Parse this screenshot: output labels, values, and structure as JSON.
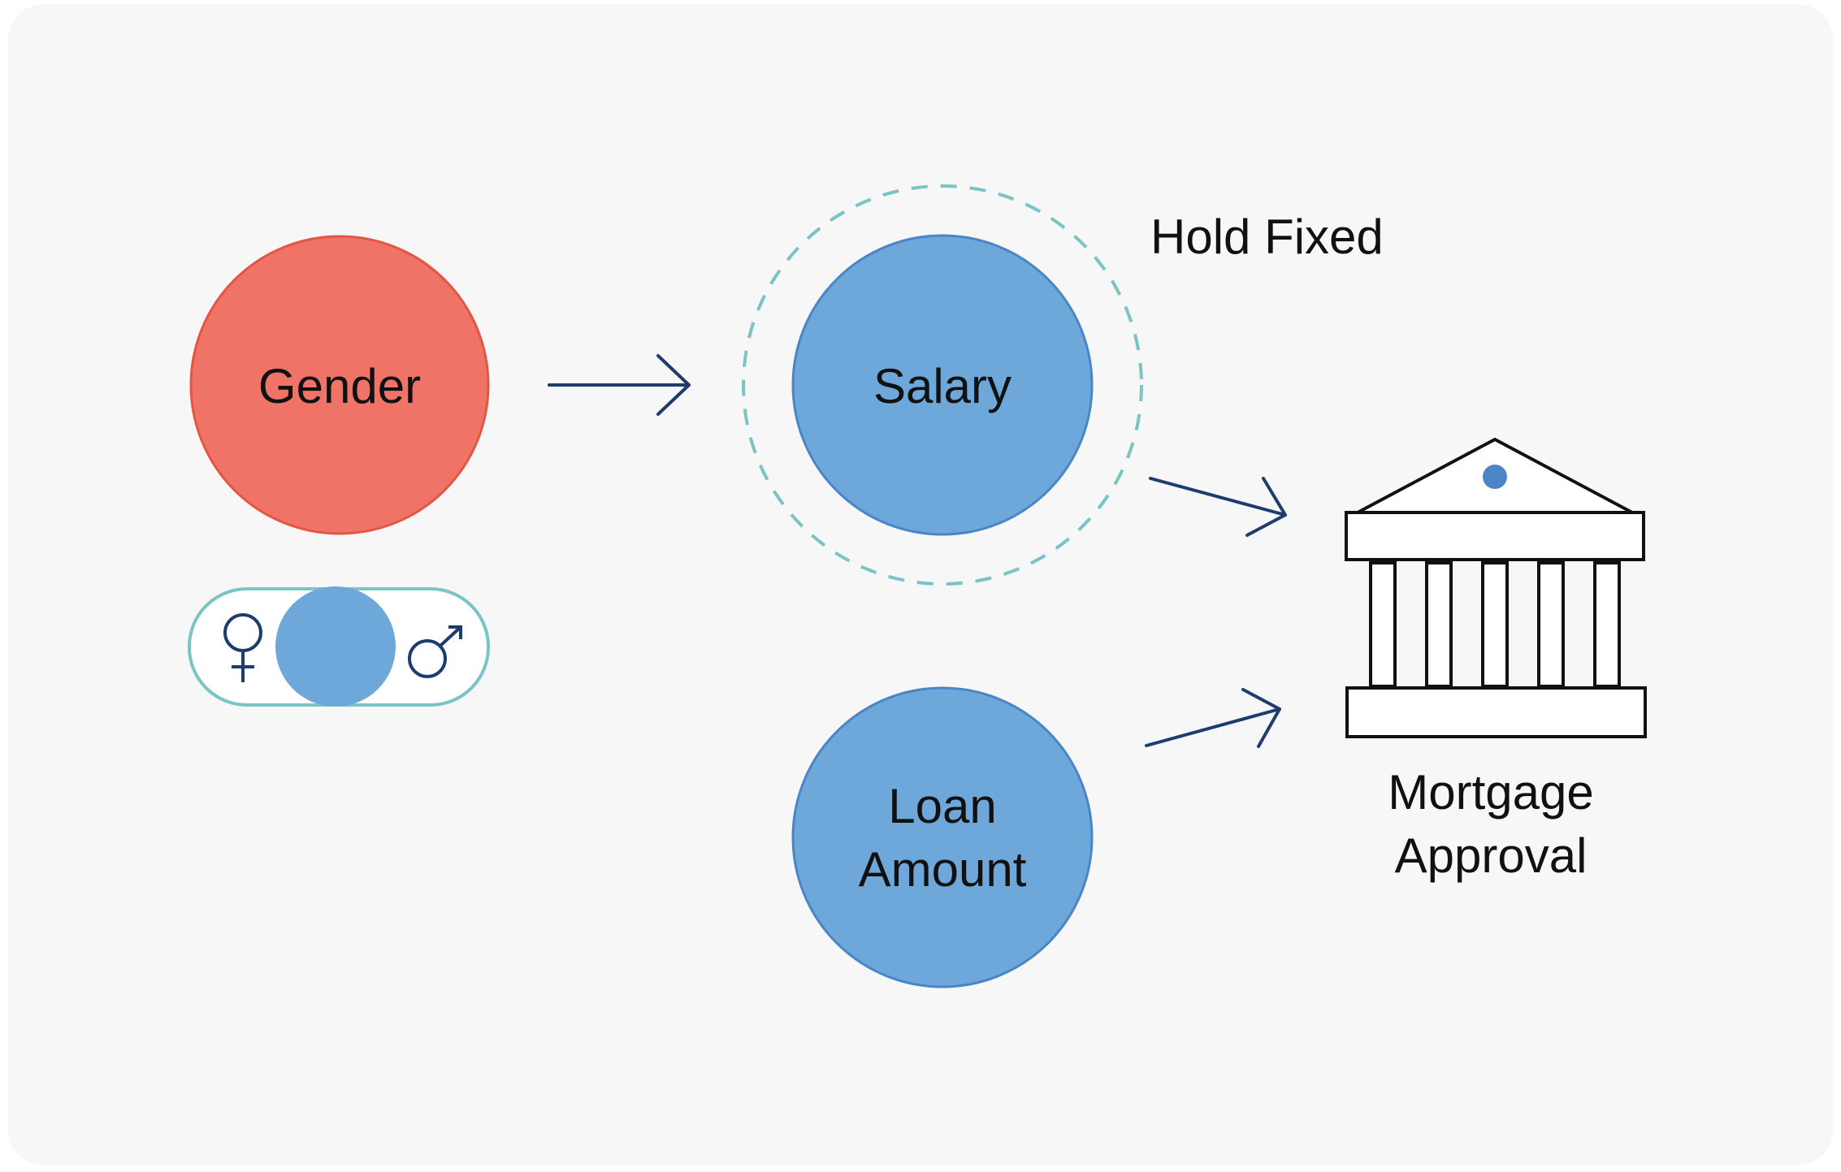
{
  "nodes": {
    "gender": {
      "label": "Gender"
    },
    "salary": {
      "label": "Salary"
    },
    "loan_amount": {
      "label_line1": "Loan",
      "label_line2": "Amount"
    },
    "mortgage_approval": {
      "label_line1": "Mortgage",
      "label_line2": "Approval"
    }
  },
  "annotations": {
    "hold_fixed": "Hold Fixed"
  },
  "toggle": {
    "left_symbol": "female-symbol",
    "right_symbol": "male-symbol"
  },
  "colors": {
    "background_panel": "#f7f7f7",
    "gender_fill": "#ef7467",
    "gender_stroke": "#e45644",
    "variable_fill": "#6ea8db",
    "variable_stroke": "#4a86c6",
    "dashed_ring": "#79c4c4",
    "arrow": "#1f3c6e",
    "toggle_border": "#79c4c4",
    "icon_dot": "#4a86c6"
  },
  "icons": {
    "bank": "bank-building-icon"
  }
}
